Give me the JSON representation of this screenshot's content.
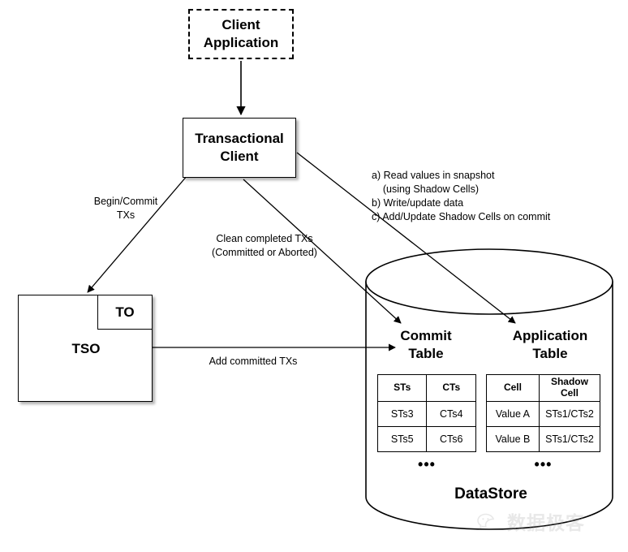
{
  "diagram": {
    "nodes": {
      "client_application": "Client\nApplication",
      "client_application_line1": "Client",
      "client_application_line2": "Application",
      "transactional_client_line1": "Transactional",
      "transactional_client_line2": "Client",
      "tso": "TSO",
      "to": "TO",
      "datastore": "DataStore",
      "commit_table_line1": "Commit",
      "commit_table_line2": "Table",
      "application_table_line1": "Application",
      "application_table_line2": "Table"
    },
    "edge_labels": {
      "begin_commit": "Begin/Commit\nTXs",
      "clean_completed": "Clean completed TXs\n(Committed or Aborted)",
      "add_committed": "Add committed TXs",
      "read_write": "a) Read values in snapshot\n    (using Shadow Cells)\nb) Write/update data\nc) Add/Update Shadow Cells on commit"
    },
    "commit_table": {
      "headers": [
        "STs",
        "CTs"
      ],
      "rows": [
        [
          "STs3",
          "CTs4"
        ],
        [
          "STs5",
          "CTs6"
        ]
      ],
      "more": "•••"
    },
    "application_table": {
      "headers": [
        "Cell",
        "Shadow\nCell"
      ],
      "header_cell": "Cell",
      "header_shadow_line1": "Shadow",
      "header_shadow_line2": "Cell",
      "rows": [
        [
          "Value A",
          "STs1/CTs2"
        ],
        [
          "Value B",
          "STs1/CTs2"
        ]
      ],
      "more": "•••"
    },
    "watermark": {
      "text": "数据极客"
    },
    "colors": {
      "stroke": "#000000",
      "background": "#ffffff",
      "shadow": "rgba(0,0,0,0.30)",
      "watermark": "#9a9a9a"
    }
  }
}
